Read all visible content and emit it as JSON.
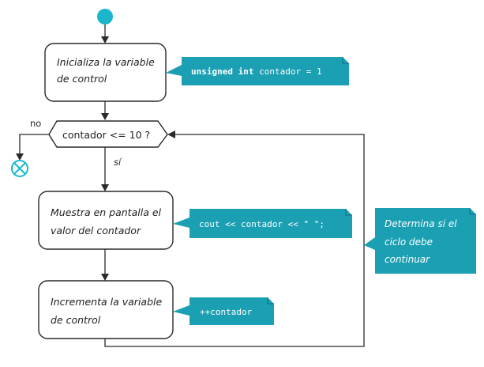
{
  "colors": {
    "note_fill": "#1a9fb3",
    "start_node": "#1ab7cc",
    "end_node": "#1ab7cc",
    "stroke": "#2a2a2a"
  },
  "nodes": {
    "init": {
      "line1": "Inicializa la variable",
      "line2": "de control"
    },
    "decision": {
      "label": "contador <= 10 ?"
    },
    "print": {
      "line1": "Muestra en pantalla el",
      "line2": "valor del contador"
    },
    "increment": {
      "line1": "Incrementa la variable",
      "line2": "de control"
    }
  },
  "edges": {
    "no_label": "no",
    "yes_label": "sí"
  },
  "notes": {
    "init_note": {
      "keyword": "unsigned int",
      "rest": " contador = 1"
    },
    "print_note": {
      "code": "cout << contador << \" \";"
    },
    "increment_note": {
      "code": "++contador"
    },
    "loop_note": {
      "line1": "Determina si el",
      "line2": "ciclo debe",
      "line3": "continuar"
    }
  },
  "icons": {
    "start": "start-node-icon",
    "end": "flow-final-icon"
  }
}
